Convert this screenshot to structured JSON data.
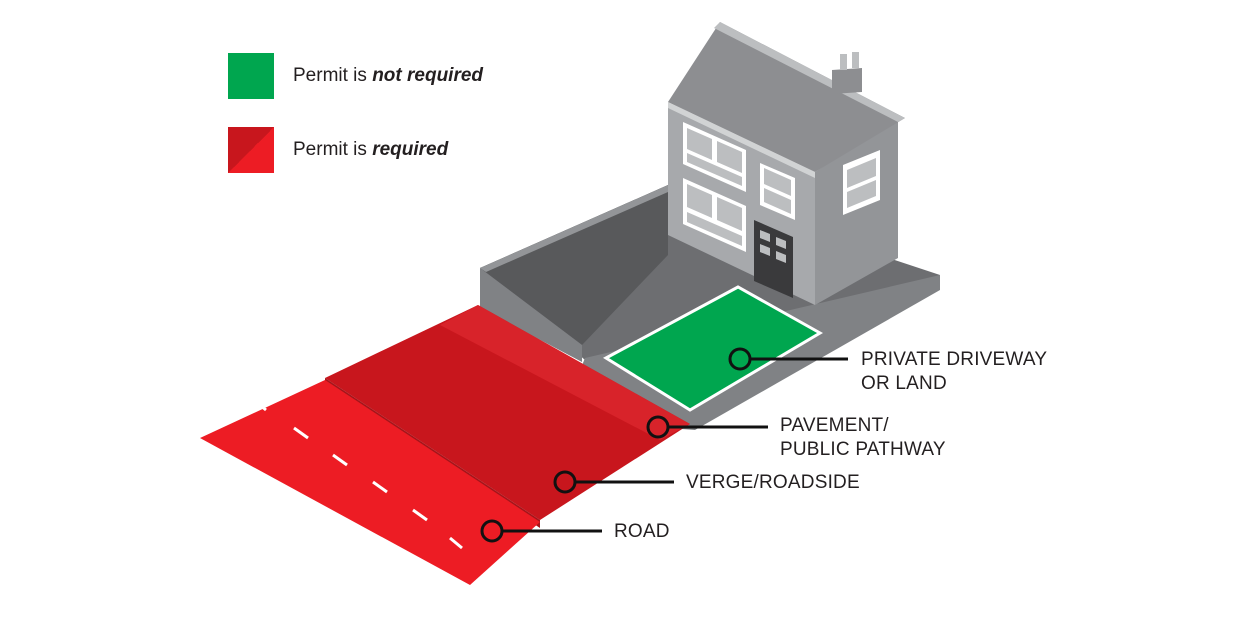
{
  "legend": {
    "not_required": {
      "prefix": "Permit is ",
      "emphasis": "not required",
      "color": "#00a64f"
    },
    "required": {
      "prefix": "Permit is ",
      "emphasis": "required",
      "color": "#ed1c24",
      "color_dark": "#c8161d"
    }
  },
  "callouts": {
    "driveway": {
      "line1": "PRIVATE DRIVEWAY",
      "line2": "OR LAND"
    },
    "pavement": {
      "line1": "PAVEMENT/",
      "line2": "PUBLIC PATHWAY"
    },
    "verge": {
      "line1": "VERGE/ROADSIDE"
    },
    "road": {
      "line1": "ROAD"
    }
  },
  "colors": {
    "house_wall": "#a7a9ac",
    "roof": "#8d8e91",
    "ground": "#6d6e71",
    "yard": "#58595b",
    "window": "#d1d3d4",
    "door": "#3a3a3c"
  }
}
